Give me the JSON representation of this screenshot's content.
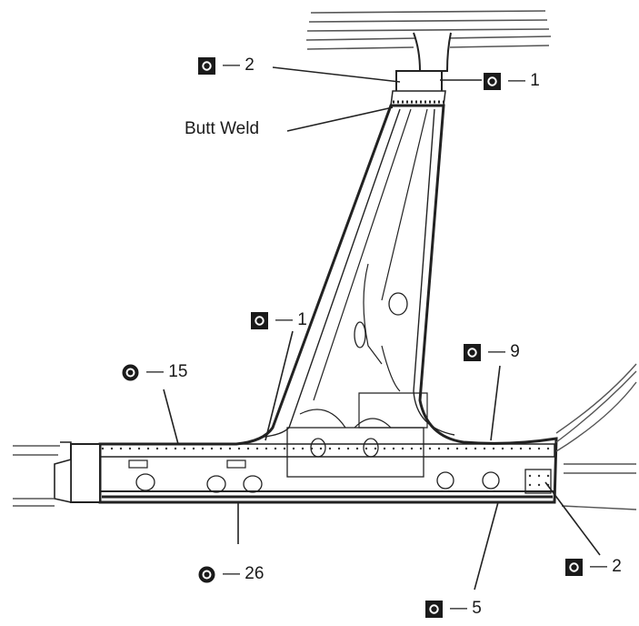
{
  "callouts": [
    {
      "id": "c2-top",
      "weld": "square",
      "text": "— 2"
    },
    {
      "id": "c1-top",
      "weld": "square",
      "text": "— 1"
    },
    {
      "id": "c1-mid",
      "weld": "square",
      "text": "— 1"
    },
    {
      "id": "c9",
      "weld": "square",
      "text": "— 9"
    },
    {
      "id": "c15",
      "weld": "round",
      "text": "— 15"
    },
    {
      "id": "c26",
      "weld": "round",
      "text": "— 26"
    },
    {
      "id": "c2-br",
      "weld": "square",
      "text": "— 2"
    },
    {
      "id": "c5",
      "weld": "square",
      "text": "— 5"
    }
  ],
  "butt_weld_label": "Butt Weld",
  "colors": {
    "ink": "#1a1a1a",
    "line": "#3a3a3a",
    "fill": "#ffffff"
  },
  "icons": {
    "square": "square-spot-weld-icon",
    "round": "round-spot-weld-icon"
  }
}
